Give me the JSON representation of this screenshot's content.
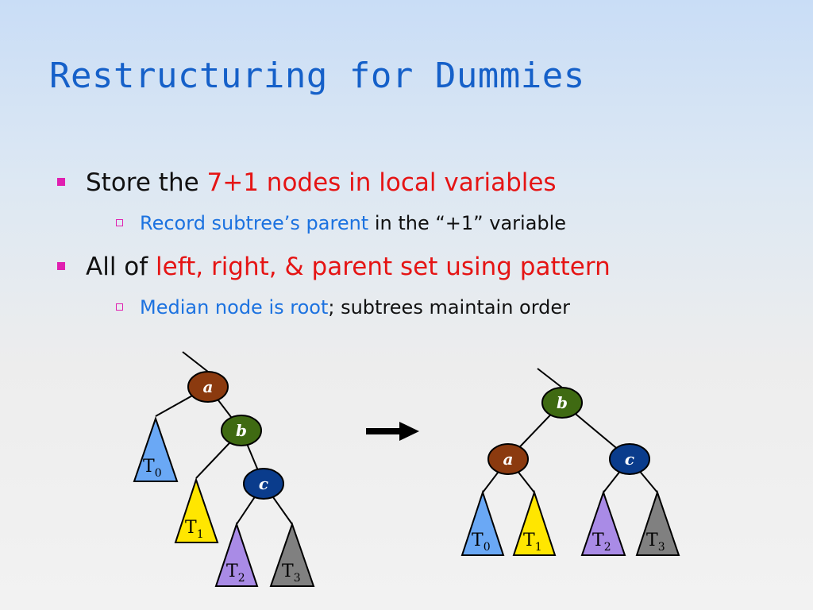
{
  "slide": {
    "title": "Restructuring for Dummies",
    "bullets": [
      {
        "prefix": "Store the ",
        "highlight": "7+1 nodes in local variables",
        "sub": {
          "highlight": "Record subtree’s parent",
          "rest": " in the “+1” variable"
        }
      },
      {
        "prefix": "All of ",
        "highlight": "left, right, & parent set using pattern",
        "sub": {
          "highlight": "Median node is root",
          "rest": "; subtrees maintain order"
        }
      }
    ]
  },
  "diagram": {
    "nodes": {
      "a": {
        "label": "a",
        "color": "#8b3a0f"
      },
      "b": {
        "label": "b",
        "color": "#3f6a12"
      },
      "c": {
        "label": "c",
        "color": "#0a3c8c"
      }
    },
    "subtrees": {
      "T0": {
        "label": "T",
        "sub": "0",
        "color": "#6aa8f5"
      },
      "T1": {
        "label": "T",
        "sub": "1",
        "color": "#ffe600"
      },
      "T2": {
        "label": "T",
        "sub": "2",
        "color": "#a98be6"
      },
      "T3": {
        "label": "T",
        "sub": "3",
        "color": "#808080"
      }
    },
    "arrow_color": "#000000"
  }
}
